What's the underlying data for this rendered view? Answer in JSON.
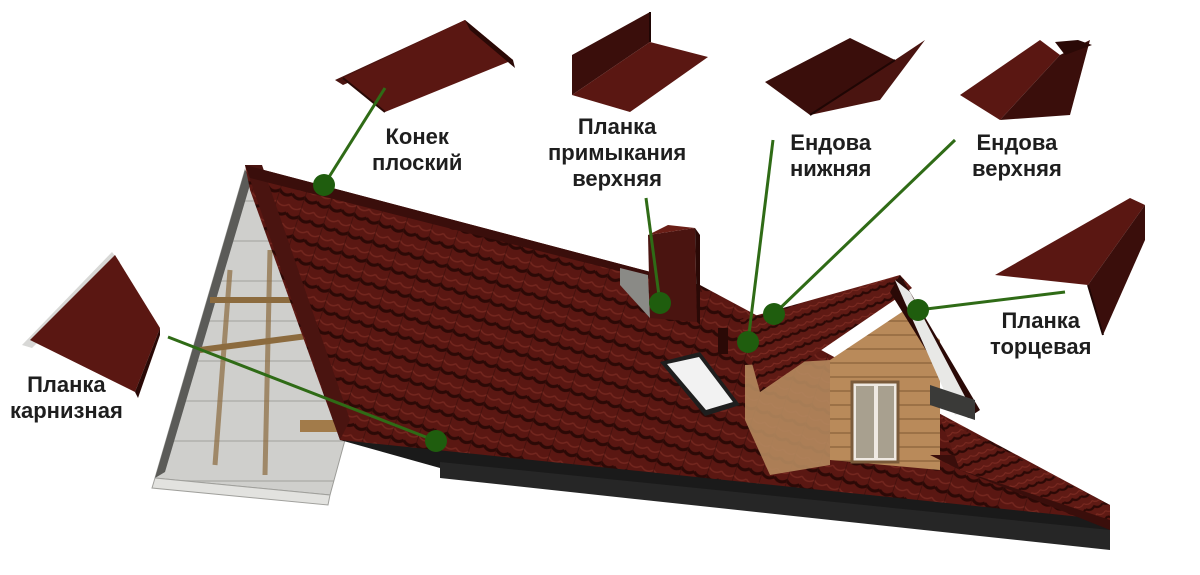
{
  "colors": {
    "leader_line": "#2f6b16",
    "marker_dot": "#1f5d0e",
    "tile": "#5a1712",
    "tile_dark": "#3a0e0b",
    "tile_light": "#7a2a22",
    "flashing": "#4a1410",
    "flashing_dark": "#2a0906",
    "wood_cladding": "#b98a5a",
    "gable_insulation": "#c9c9c6",
    "text": "#1e1e1e"
  },
  "labels": {
    "ridge": [
      "Конек",
      "плоский"
    ],
    "top_abutment": [
      "Планка",
      "примыкания",
      "верхняя"
    ],
    "lower_valley": [
      "Ендова",
      "нижняя"
    ],
    "upper_valley": [
      "Ендова",
      "верхняя"
    ],
    "gable_trim": [
      "Планка",
      "торцевая"
    ],
    "eaves_trim": [
      "Планка",
      "карнизная"
    ]
  },
  "icons": {
    "ridge": "flat-ridge-flashing-icon",
    "top_abutment": "top-abutment-strip-icon",
    "lower_valley": "lower-valley-flashing-icon",
    "upper_valley": "upper-valley-flashing-icon",
    "gable_trim": "gable-trim-strip-icon",
    "eaves_trim": "eaves-trim-strip-icon"
  }
}
